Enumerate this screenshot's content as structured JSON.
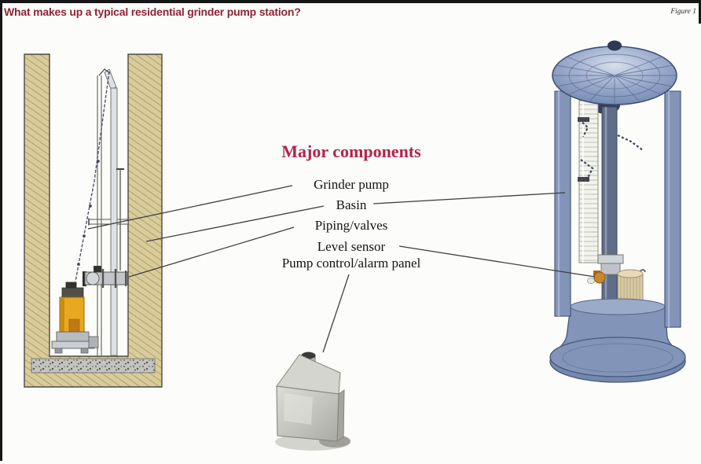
{
  "header": {
    "title": "What makes up a typical residential grinder pump station?",
    "figure_label": "Figure 1"
  },
  "legend": {
    "heading": "Major components",
    "items": [
      "Grinder pump",
      "Basin",
      "Piping/valves",
      "Level sensor",
      "Pump control/alarm panel"
    ]
  },
  "colors": {
    "title_red": "#8e2433",
    "heading_red": "#b0254a",
    "pointer_line": "#3f3f3f",
    "wall_tan": "#d9cc9b",
    "pump_yellow": "#e8a820",
    "basin_blue": "#7e90b5",
    "panel_gray": "#c6c6c0"
  }
}
